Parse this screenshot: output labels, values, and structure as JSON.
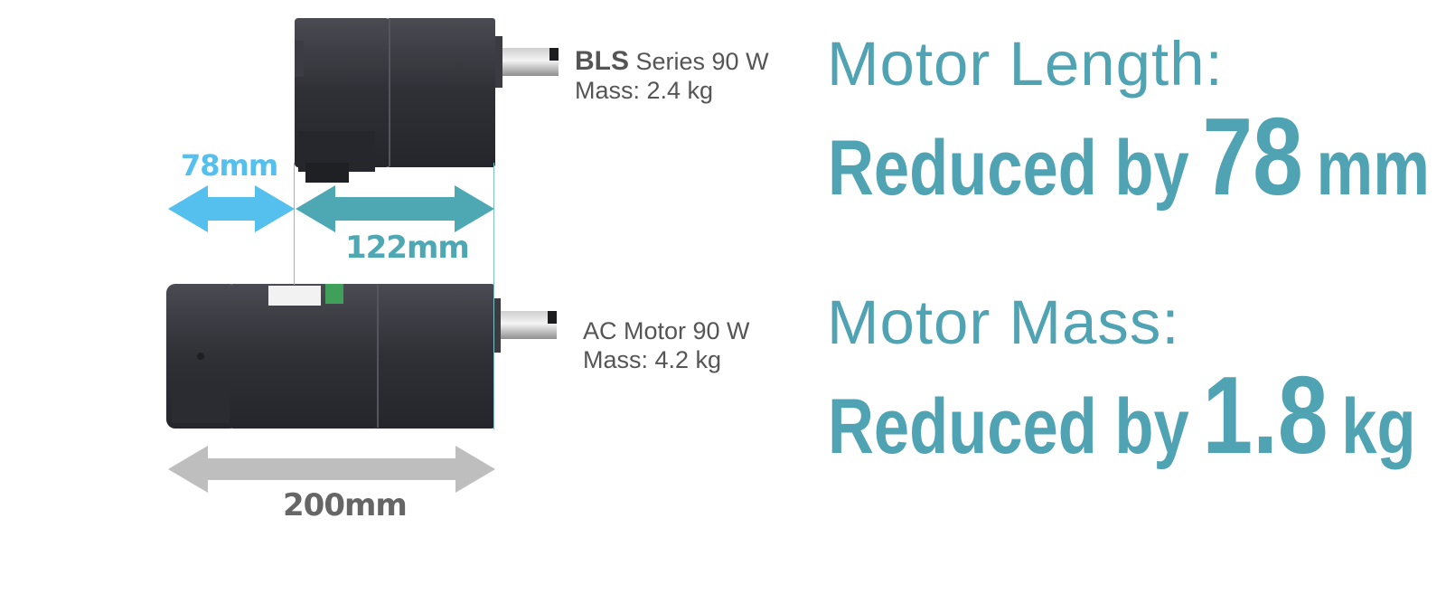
{
  "colors": {
    "accent": "#4fa3b2",
    "light_blue": "#55bfee",
    "teal": "#4da8b4",
    "gray": "#bebebe",
    "text_gray": "#555555",
    "motor_body": "#2f3036"
  },
  "bls_motor": {
    "brand": "BLS",
    "series": " Series 90 W",
    "mass": "Mass: 2.4 kg"
  },
  "ac_motor": {
    "name": "AC Motor 90 W",
    "mass": "Mass: 4.2 kg"
  },
  "dimensions": {
    "reduction": "78mm",
    "bls_length": "122mm",
    "ac_length": "200mm"
  },
  "length_result": {
    "heading": "Motor Length:",
    "prefix": "Reduced by",
    "value": "78",
    "unit": "mm"
  },
  "mass_result": {
    "heading": "Motor Mass:",
    "prefix": "Reduced by",
    "value": "1.8",
    "unit": "kg"
  }
}
